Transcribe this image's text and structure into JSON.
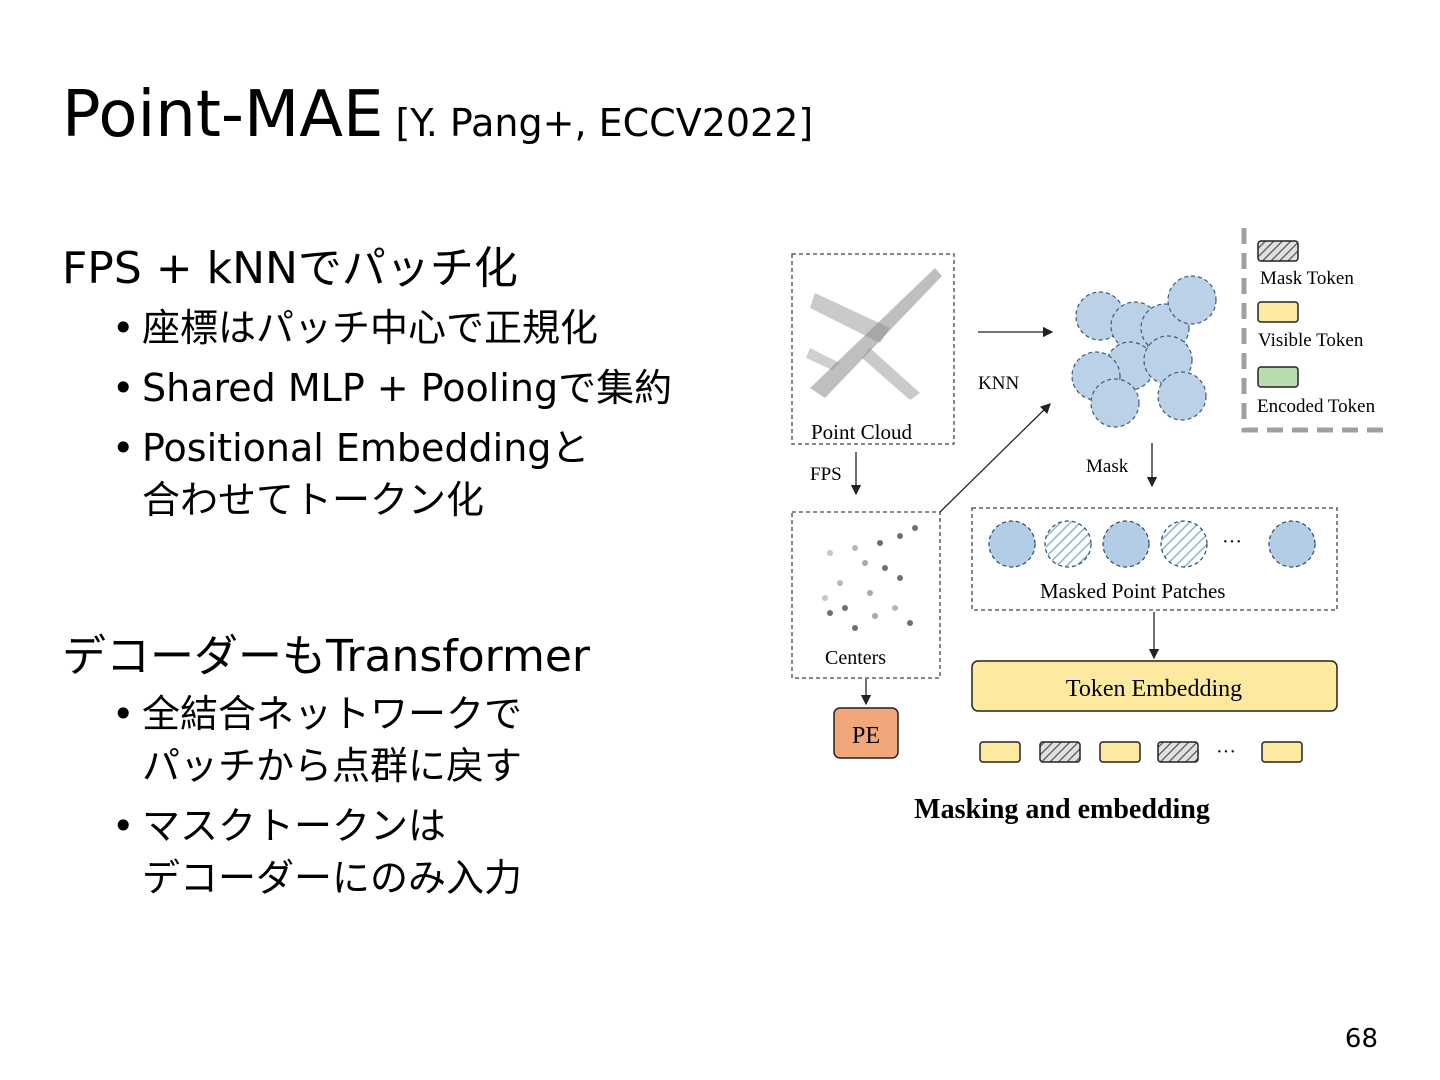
{
  "title": {
    "main": "Point-MAE",
    "citation": "[Y. Pang+, ECCV2022]"
  },
  "sections": [
    {
      "heading": "FPS + kNNでパッチ化",
      "bullets": [
        {
          "lines": [
            "座標はパッチ中心で正規化"
          ]
        },
        {
          "lines": [
            "Shared MLP + Poolingで集約"
          ]
        },
        {
          "lines": [
            "Positional Embeddingと",
            "合わせてトークン化"
          ]
        }
      ]
    },
    {
      "heading": "デコーダーもTransformer",
      "bullets": [
        {
          "lines": [
            "全結合ネットワークで",
            "パッチから点群に戻す"
          ]
        },
        {
          "lines": [
            "マスクトークンは",
            "デコーダーにのみ入力"
          ]
        }
      ]
    }
  ],
  "diagram": {
    "legend": {
      "mask_token": "Mask Token",
      "visible_token": "Visible Token",
      "encoded_token": "Encoded Token"
    },
    "point_cloud_label": "Point Cloud",
    "knn_label": "KNN",
    "fps_label": "FPS",
    "mask_label": "Mask",
    "centers_label": "Centers",
    "masked_patches_label": "Masked Point Patches",
    "token_embedding_label": "Token Embedding",
    "pe_label": "PE",
    "ellipsis": "···",
    "caption": "Masking and embedding",
    "colors": {
      "patch_blue": "#b3cde6",
      "visible_yellow": "#fde9a0",
      "encoded_green": "#b9dcae",
      "pe_orange": "#f2a77b",
      "dash_gray": "#a0a0a0"
    }
  },
  "page_number": "68"
}
